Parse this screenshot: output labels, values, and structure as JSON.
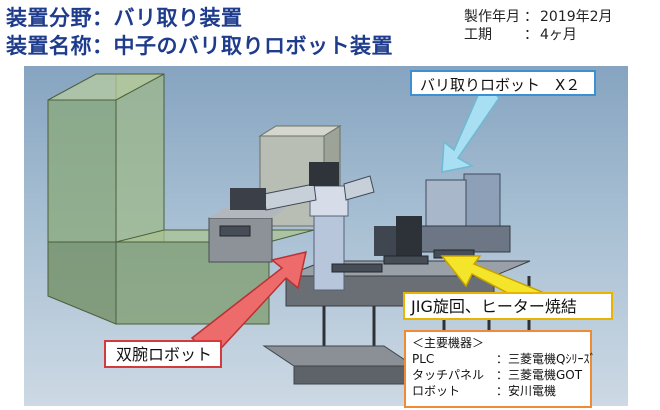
{
  "header": {
    "line1_label": "装置分野",
    "line1_sep": "：",
    "line1_value": "バリ取り装置",
    "line2_label": "装置名称",
    "line2_sep": "：",
    "line2_value": "中子のバリ取りロボット装置"
  },
  "meta": {
    "date_label": "製作年月",
    "date_sep": "：",
    "date_value": "2019年2月",
    "period_label": "工期",
    "period_sep": "：",
    "period_value": "4ヶ月"
  },
  "callouts": {
    "deburr_robot": "バリ取りロボット　X２",
    "jig": "JIG旋回、ヒーター焼結",
    "dual_arm": "双腕ロボット"
  },
  "equipment": {
    "heading": "＜主要機器＞",
    "rows": [
      {
        "label": "PLC",
        "sep": "：",
        "value": "三菱電機Qｼﾘｰｽﾞ"
      },
      {
        "label": "タッチパネル",
        "sep": "：",
        "value": "三菱電機GOT"
      },
      {
        "label": "ロボット",
        "sep": "：",
        "value": "安川電機"
      }
    ]
  },
  "colors": {
    "title": "#1f3c8c",
    "robot_callout_border": "#3e8fcf",
    "jig_callout_border": "#e8b400",
    "dual_callout_border": "#d23b3b",
    "equipment_border": "#ef8a35",
    "arrow_blue": "#a9dff2",
    "arrow_yellow": "#f5e52a",
    "arrow_red": "#ee6b6b"
  }
}
